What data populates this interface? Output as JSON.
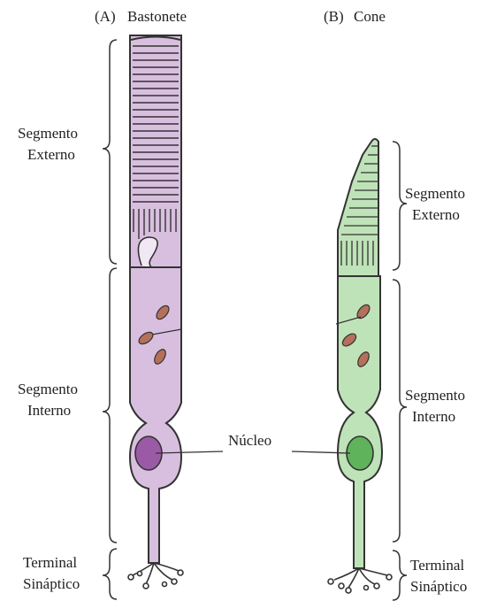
{
  "rod": {
    "title_letter": "(A)",
    "title": "Bastonete",
    "labels": {
      "outer_line1": "Segmento",
      "outer_line2": "Externo",
      "inner_line1": "Segmento",
      "inner_line2": "Interno",
      "term_line1": "Terminal",
      "term_line2": "Sináptico"
    }
  },
  "cone": {
    "title_letter": "(B)",
    "title": "Cone",
    "labels": {
      "outer_line1": "Segmento",
      "outer_line2": "Externo",
      "inner_line1": "Segmento",
      "inner_line2": "Interno",
      "term_line1": "Terminal",
      "term_line2": "Sináptico"
    }
  },
  "nucleus_label": "Núcleo",
  "colors": {
    "rod_fill": "#d9bfdf",
    "rod_nucleus": "#9a5aa5",
    "cone_fill": "#bfe3b8",
    "cone_nucleus": "#5fb35a",
    "mito": "#b5705a",
    "outline": "#333333"
  }
}
